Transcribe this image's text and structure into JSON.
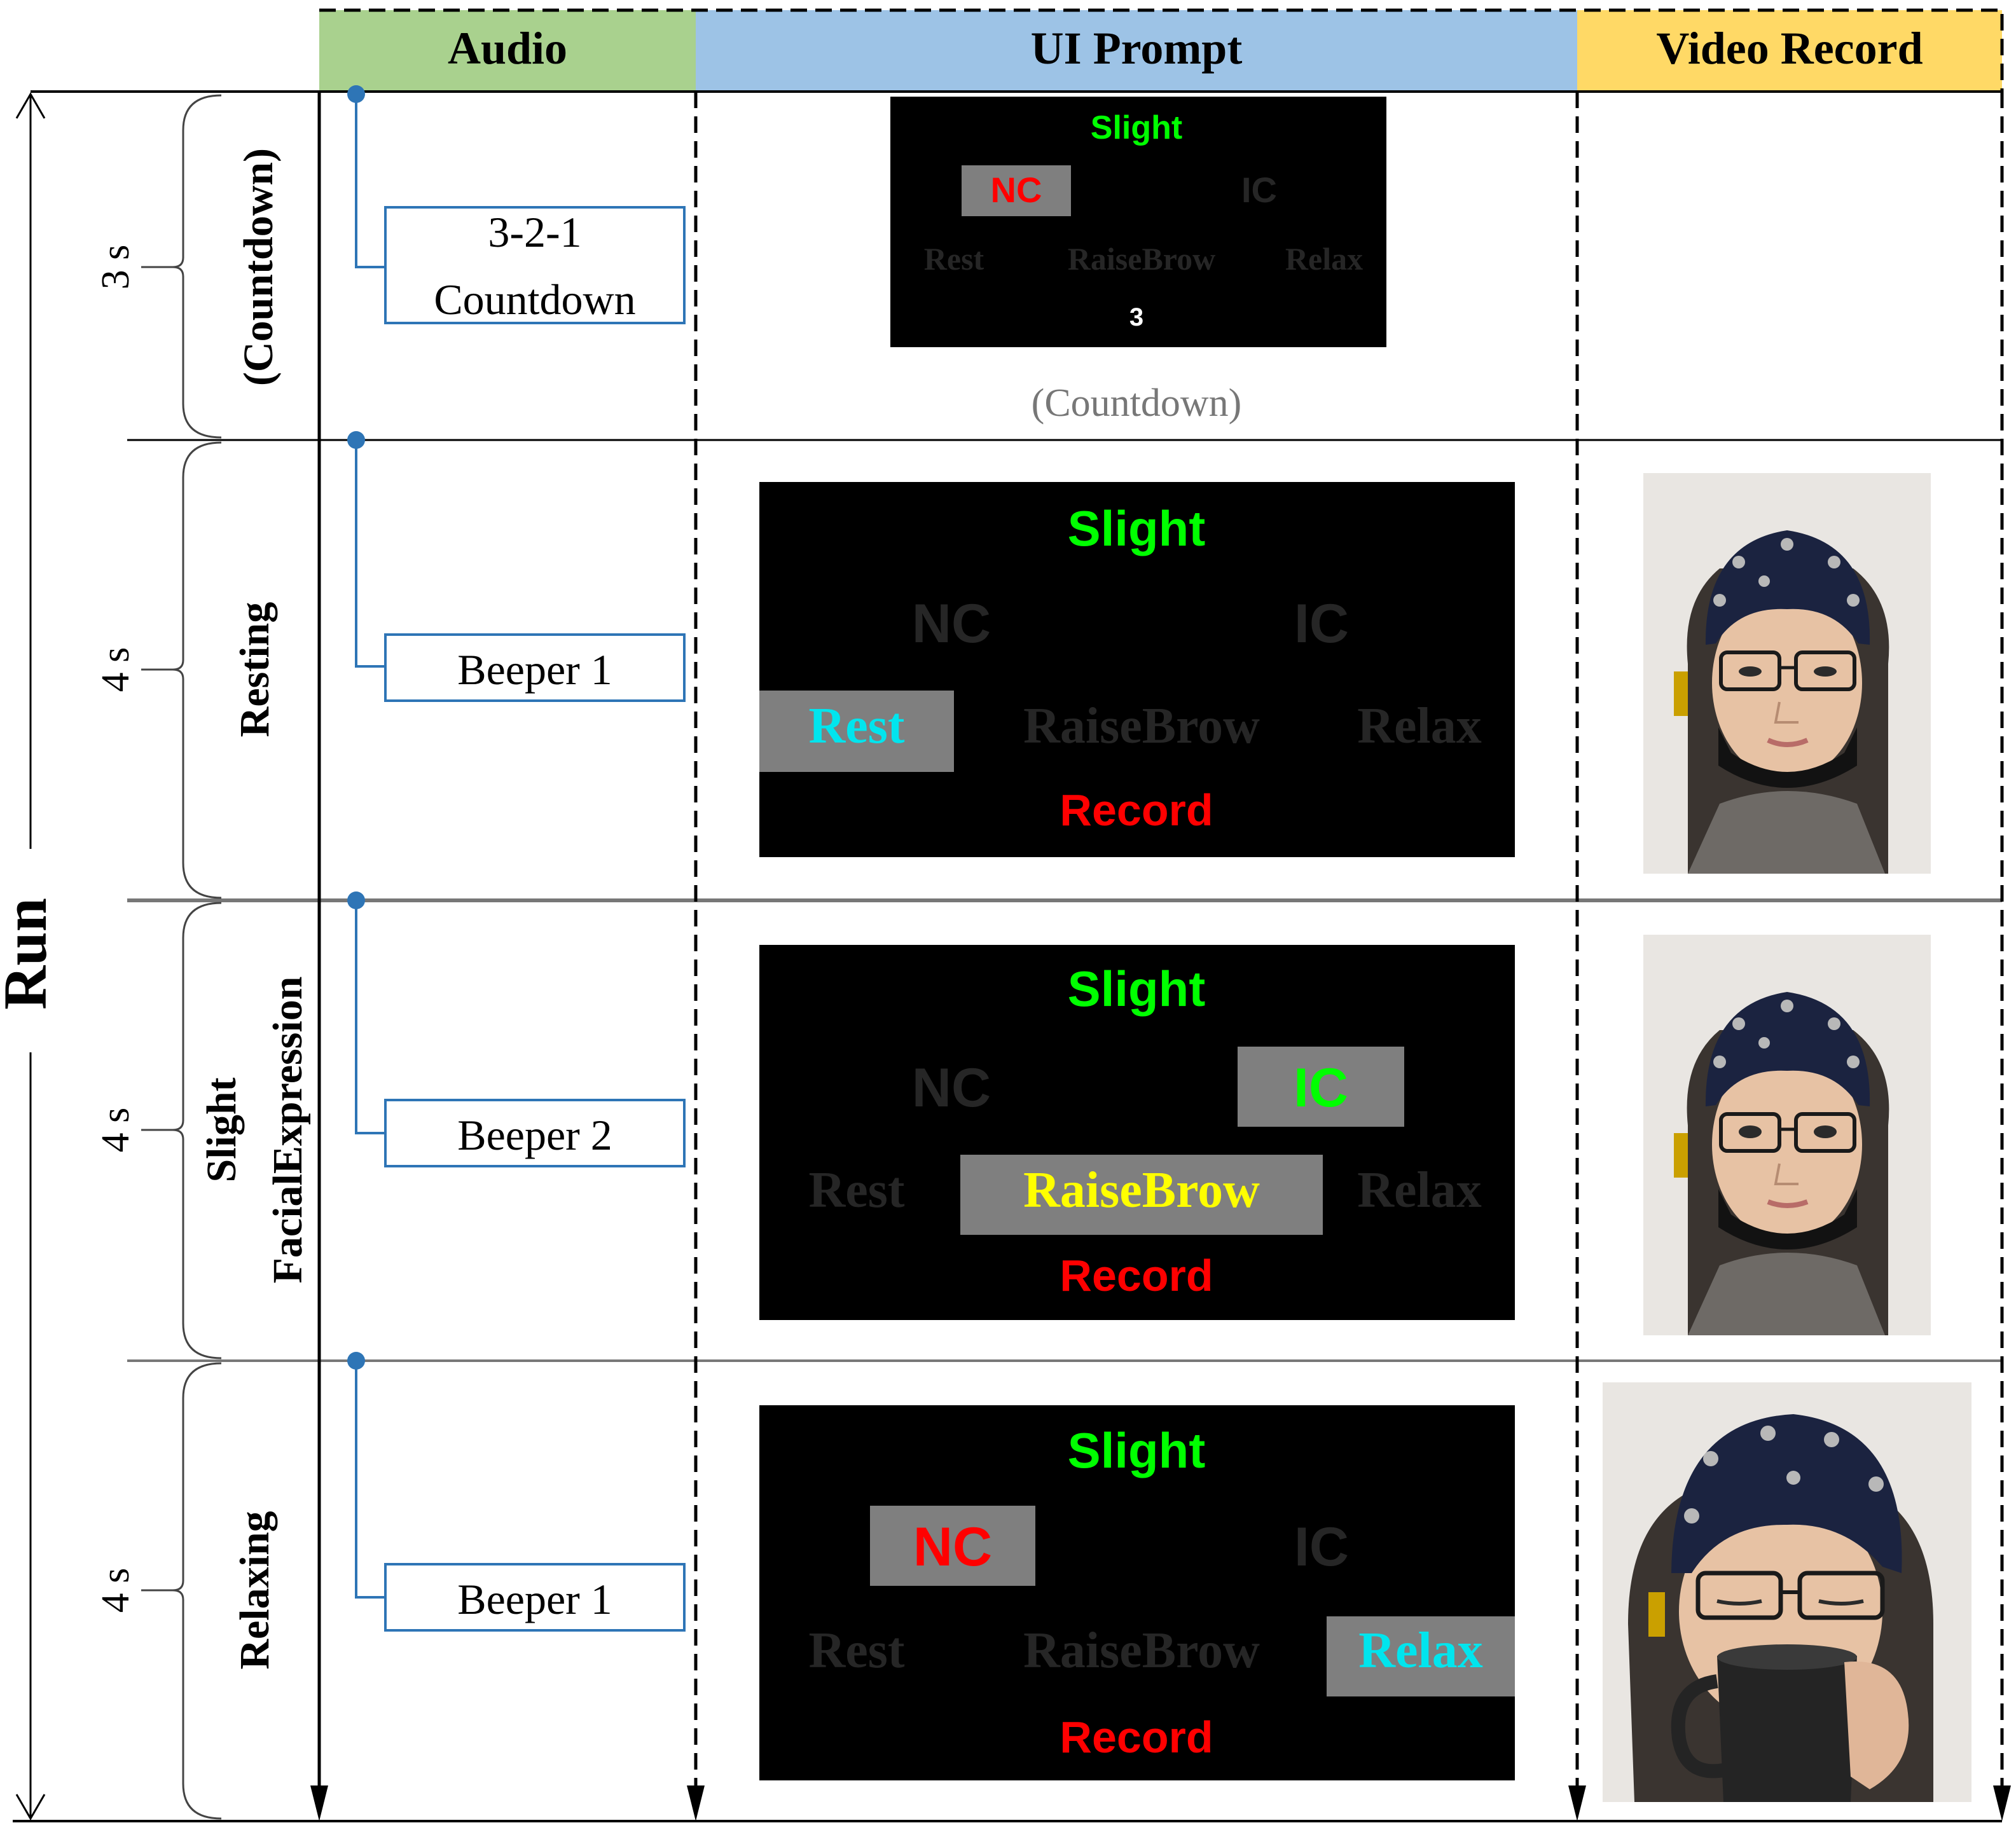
{
  "columns": {
    "audio": "Audio",
    "ui_prompt": "UI Prompt",
    "video_record": "Video Record"
  },
  "run_label": "Run",
  "phases": [
    {
      "duration": "3 s",
      "label": "(Countdown)",
      "audio_lines": [
        "3-2-1",
        "Countdown"
      ]
    },
    {
      "duration": "4 s",
      "label": "Resting",
      "audio_lines": [
        "Beeper 1"
      ]
    },
    {
      "duration": "4 s",
      "label_lines": [
        "Slight",
        "FacialExpression"
      ],
      "audio_lines": [
        "Beeper 2"
      ]
    },
    {
      "duration": "4 s",
      "label": "Relaxing",
      "audio_lines": [
        "Beeper 1"
      ]
    }
  ],
  "screens": [
    {
      "level": "Slight",
      "options": [
        "NC",
        "IC",
        "Rest",
        "RaiseBrow",
        "Relax"
      ],
      "footer": "3",
      "highlight": [
        "NC"
      ],
      "caption": "(Countdown)"
    },
    {
      "level": "Slight",
      "options": [
        "NC",
        "IC",
        "Rest",
        "RaiseBrow",
        "Relax"
      ],
      "footer": "Record",
      "highlight": [
        "Rest"
      ]
    },
    {
      "level": "Slight",
      "options": [
        "NC",
        "IC",
        "Rest",
        "RaiseBrow",
        "Relax"
      ],
      "footer": "Record",
      "highlight": [
        "IC",
        "RaiseBrow"
      ]
    },
    {
      "level": "Slight",
      "options": [
        "NC",
        "IC",
        "Rest",
        "RaiseBrow",
        "Relax"
      ],
      "footer": "Record",
      "highlight": [
        "NC",
        "Relax"
      ]
    }
  ],
  "colors": {
    "audio_header": "#a9d18e",
    "ui_header": "#9dc3e6",
    "video_header": "#ffd966",
    "connector": "#2e75b6",
    "level_green": "#00ff00",
    "record_red": "#ff0000",
    "rest_cyan": "#00e5ee",
    "raise_yellow": "#ffff00",
    "dim_text": "#262626",
    "highlight_bg": "#7f7f7f"
  },
  "photos": [
    "cap-wearer-neutral",
    "cap-wearer-raisebrow",
    "cap-wearer-drinking"
  ]
}
